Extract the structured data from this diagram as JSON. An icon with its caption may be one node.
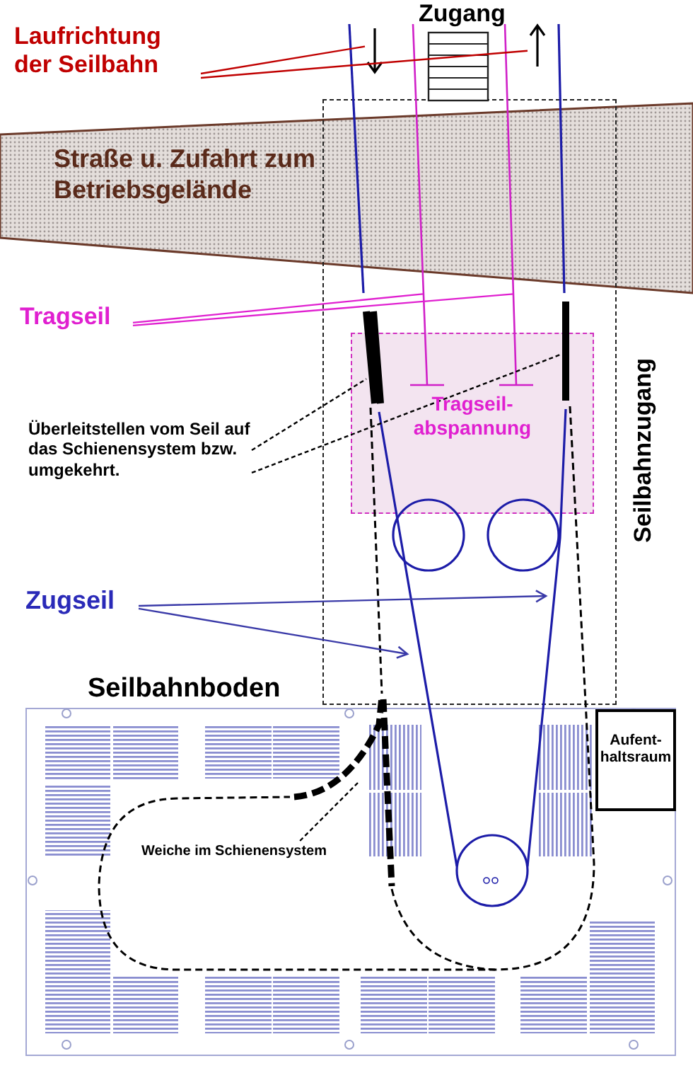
{
  "diagram": {
    "nodes": [
      {
        "text": [
          "Zugang"
        ]
      },
      {
        "text": [
          "Laufrichtung der Seilbahn"
        ]
      },
      {
        "text": [],
        "shape": "arrow"
      },
      {
        "text": [],
        "shape": "arrow"
      },
      {
        "text": [
          "Straße u. Zufahrt zum Betriebsgelände"
        ]
      },
      {
        "text": [
          "Tragseil"
        ]
      },
      {
        "text": [
          "Seilbahnzugang"
        ]
      },
      {
        "text": [
          "Tragseil-abspannung"
        ],
        "in": 6
      },
      {
        "text": [
          "Überleitstellen vom Seil auf das Schienensystem bzw. umgekehrt."
        ]
      },
      {
        "text": [
          "Zugseil"
        ]
      },
      {
        "text": [
          "Seilbahnboden"
        ]
      },
      {
        "text": [
          "Aufent-haltsraum"
        ],
        "in": 10
      },
      {
        "text": [
          "Weiche im Schienensystem"
        ],
        "in": 10
      },
      {
        "text": [],
        "shape": "line"
      },
      {
        "text": [],
        "shape": "line"
      },
      {
        "text": [],
        "shape": "bar",
        "in": 6
      },
      {
        "text": [],
        "shape": "bar",
        "in": 6
      }
    ],
    "edges": [
      {
        "from": 1,
        "to": 2,
        "arrow": "none",
        "color": "#c00000"
      },
      {
        "from": 1,
        "to": 3,
        "arrow": "none",
        "color": "#c00000"
      },
      {
        "from": 5,
        "to": 13,
        "arrow": "none",
        "color": "#e020d0"
      },
      {
        "from": 5,
        "to": 14,
        "arrow": "none",
        "color": "#e020d0"
      },
      {
        "from": 8,
        "to": 15,
        "arrow": "none",
        "style": "dashed",
        "color": "#000000"
      },
      {
        "from": 8,
        "to": 16,
        "arrow": "none",
        "style": "dashed",
        "color": "#000000"
      },
      {
        "from": 9,
        "to": null,
        "arrow": "to",
        "color": "#3a3aa8"
      },
      {
        "from": 9,
        "to": null,
        "arrow": "to",
        "color": "#3a3aa8"
      },
      {
        "from": 12,
        "to": null,
        "arrow": "none",
        "style": "dashed",
        "color": "#000000"
      }
    ]
  }
}
